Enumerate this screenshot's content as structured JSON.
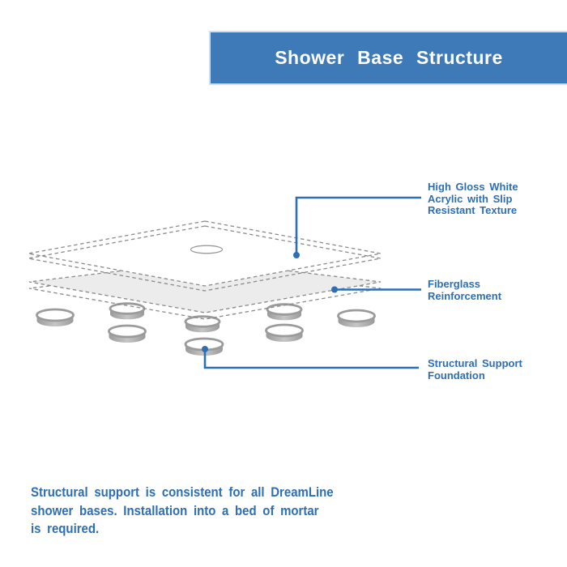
{
  "banner": {
    "title": "Shower Base Structure"
  },
  "labels": {
    "acrylic": {
      "lines": [
        "High Gloss White",
        "Acrylic with Slip",
        "Resistant Texture"
      ]
    },
    "fiberglass": {
      "lines": [
        "Fiberglass",
        "Reinforcement"
      ]
    },
    "support": {
      "lines": [
        "Structural Support",
        "Foundation"
      ]
    }
  },
  "footer": {
    "lines": [
      "Structural support is consistent for all DreamLine",
      "shower bases. Installation into a bed of mortar",
      "is required."
    ]
  },
  "diagram": {
    "parts": [
      "acrylic-top-layer",
      "drain-opening",
      "fiberglass-layer",
      "support-rings"
    ],
    "ring_count_visible": 8
  },
  "colors": {
    "banner_blue": "#3e7ab8",
    "accent_blue": "#2e6eb3",
    "slab_gray": "#ececec",
    "dash_gray": "#8a8a8a",
    "ring_gray": "#9b9b9b"
  }
}
